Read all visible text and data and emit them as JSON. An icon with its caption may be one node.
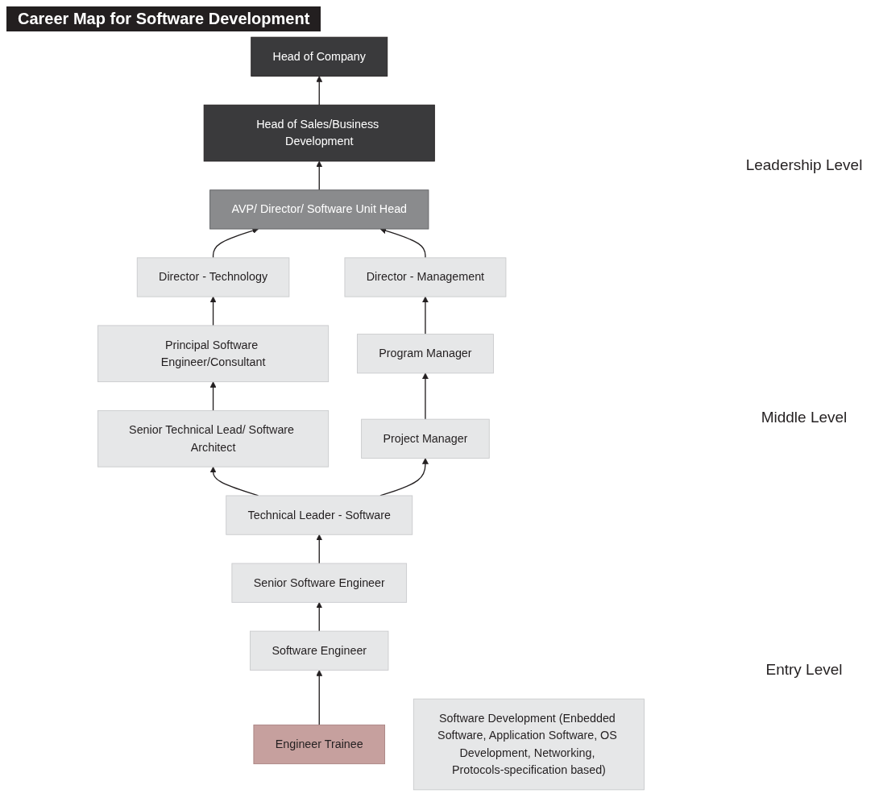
{
  "diagram": {
    "title": "Career Map for Software Development",
    "nodes": [
      {
        "text": [
          "Head of Company"
        ]
      },
      {
        "text": [
          "Head of Sales/Business Development"
        ]
      },
      {
        "text": [
          "AVP/ Director/ Software Unit Head"
        ]
      },
      {
        "text": [
          "Director - Technology"
        ]
      },
      {
        "text": [
          "Director - Management"
        ]
      },
      {
        "text": [
          "Principal Software Engineer/Consultant"
        ]
      },
      {
        "text": [
          "Program Manager"
        ]
      },
      {
        "text": [
          "Senior Technical Lead/ Software Architect"
        ]
      },
      {
        "text": [
          "Project Manager"
        ]
      },
      {
        "text": [
          "Technical Leader - Software"
        ]
      },
      {
        "text": [
          "Senior Software Engineer"
        ]
      },
      {
        "text": [
          "Software Engineer"
        ]
      },
      {
        "text": [
          "Engineer Trainee"
        ]
      },
      {
        "text": [
          "Software Development (Enbedded Software, Application Software, OS Development, Networking, Protocols-specification based)"
        ]
      }
    ],
    "edges": [
      {
        "from": 1,
        "to": 0,
        "arrow": "to"
      },
      {
        "from": 2,
        "to": 1,
        "arrow": "to"
      },
      {
        "from": 3,
        "to": 2,
        "arrow": "to"
      },
      {
        "from": 4,
        "to": 2,
        "arrow": "to"
      },
      {
        "from": 5,
        "to": 3,
        "arrow": "to"
      },
      {
        "from": 6,
        "to": 4,
        "arrow": "to"
      },
      {
        "from": 7,
        "to": 5,
        "arrow": "to"
      },
      {
        "from": 8,
        "to": 6,
        "arrow": "to"
      },
      {
        "from": 9,
        "to": 7,
        "arrow": "to"
      },
      {
        "from": 9,
        "to": 8,
        "arrow": "to"
      },
      {
        "from": 10,
        "to": 9,
        "arrow": "to"
      },
      {
        "from": 11,
        "to": 10,
        "arrow": "to"
      },
      {
        "from": 12,
        "to": 11,
        "arrow": "to"
      }
    ],
    "labels": [
      "Leadership Level",
      "Middle Level",
      "Entry Level"
    ]
  }
}
